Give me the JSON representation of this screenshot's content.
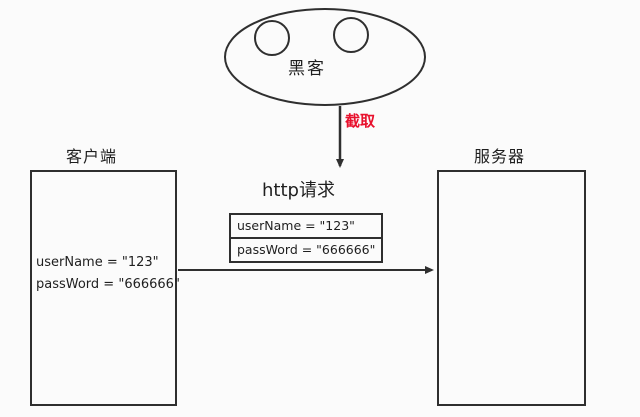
{
  "diagram": {
    "title": "http request interception diagram",
    "accent_color": "#e8112d",
    "stroke_color": "#2f2f2f"
  },
  "hacker": {
    "label": "黑客"
  },
  "intercept": {
    "label": "截取",
    "color": "#e8112d"
  },
  "request": {
    "title": "http请求",
    "fields": [
      "userName = \"123\"",
      "passWord = \"666666\""
    ]
  },
  "client": {
    "label": "客户端",
    "fields": [
      "userName = \"123\"",
      "passWord = \"666666\""
    ]
  },
  "server": {
    "label": "服务器"
  }
}
